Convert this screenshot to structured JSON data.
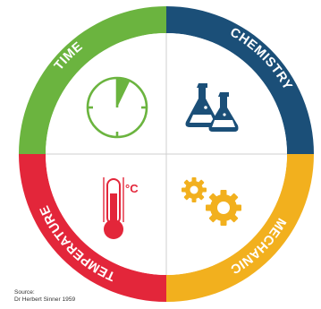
{
  "segments": {
    "time": {
      "label": "TIME",
      "color": "#6bb43f",
      "icon": "stopwatch-icon"
    },
    "chemistry": {
      "label": "CHEMISTRY",
      "color": "#1b4f78",
      "icon": "flask-icon"
    },
    "mechanic": {
      "label": "MECHANIC",
      "color": "#f2b01e",
      "icon": "gears-icon"
    },
    "temperature": {
      "label": "TEMPERATURE",
      "color": "#e3263a",
      "icon": "thermometer-icon"
    }
  },
  "thermometer_unit": "°C",
  "source": {
    "heading": "Source:",
    "author": "Dr Herbert Sinner 1959"
  }
}
